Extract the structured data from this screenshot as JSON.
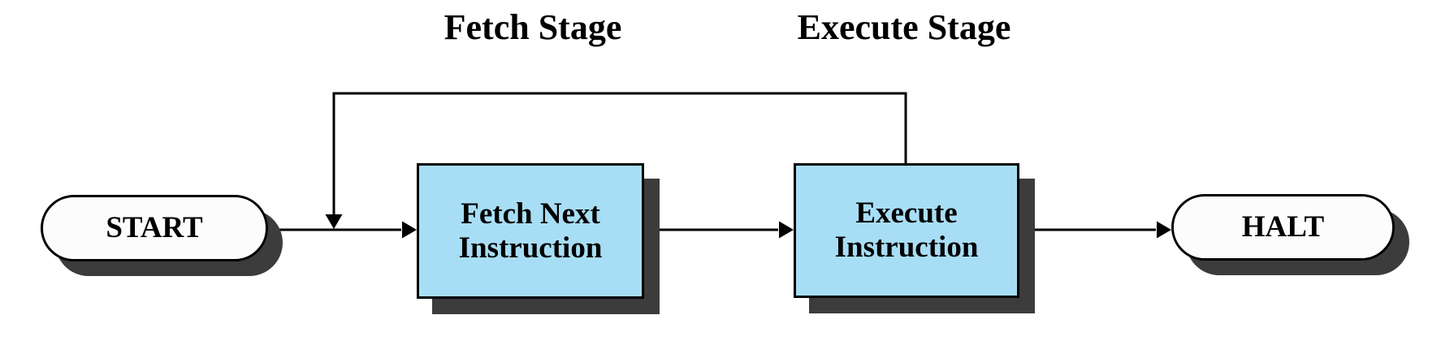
{
  "diagram": {
    "stage_labels": {
      "fetch": "Fetch Stage",
      "execute": "Execute Stage"
    },
    "nodes": {
      "start": {
        "type": "terminal",
        "label": "START"
      },
      "fetch": {
        "type": "process",
        "lines": [
          "Fetch Next",
          "Instruction"
        ]
      },
      "execute": {
        "type": "process",
        "lines": [
          "Execute",
          "Instruction"
        ]
      },
      "halt": {
        "type": "terminal",
        "label": "HALT"
      }
    },
    "edges": [
      {
        "from": "start",
        "to": "fetch"
      },
      {
        "from": "fetch",
        "to": "execute"
      },
      {
        "from": "execute",
        "to": "halt"
      },
      {
        "from": "execute",
        "to": "fetch",
        "kind": "feedback-loop"
      }
    ],
    "colors": {
      "process_fill": "#a8def5",
      "terminal_fill": "#fcfcfc",
      "shadow": "#3c3c3c",
      "line": "#000000",
      "text": "#000000",
      "background": "#ffffff"
    }
  }
}
